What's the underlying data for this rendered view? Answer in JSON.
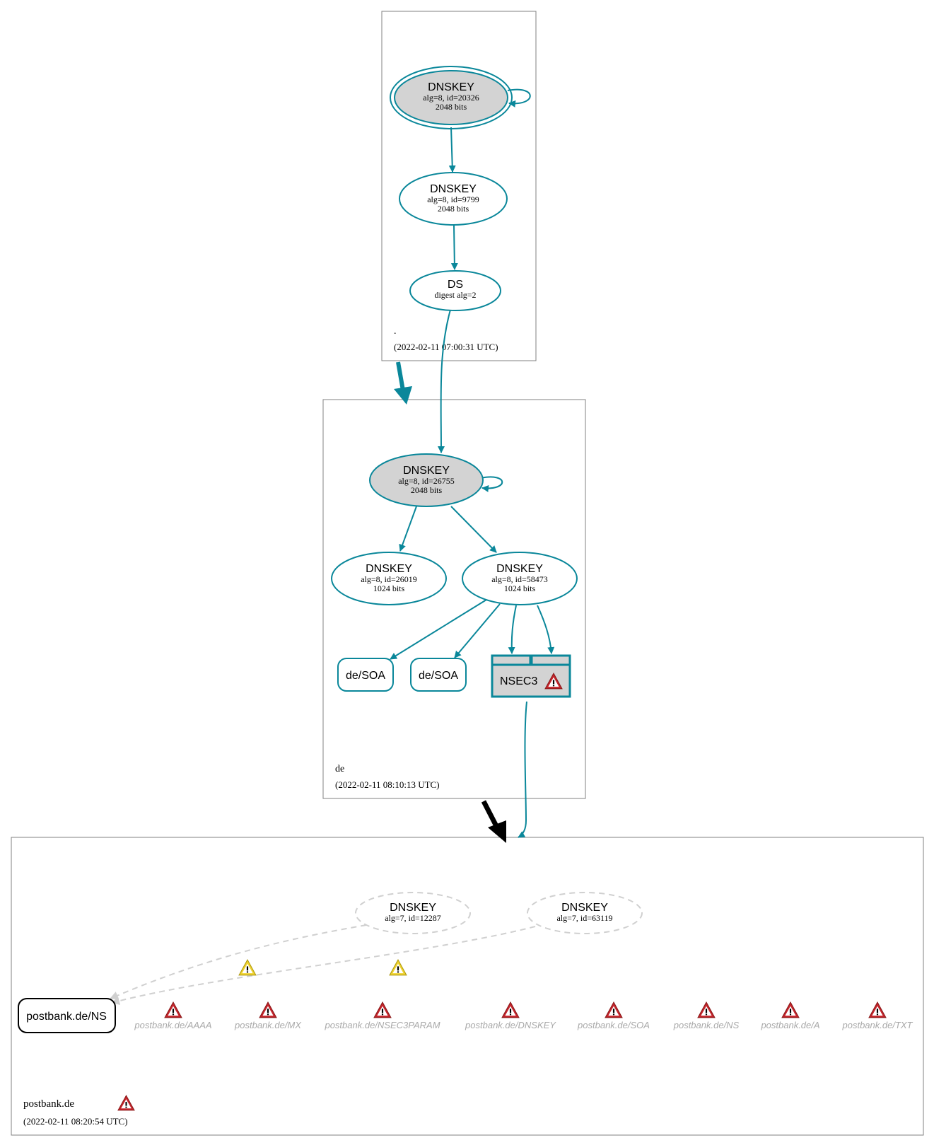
{
  "zones": {
    "root": {
      "name": ".",
      "timestamp": "(2022-02-11 07:00:31 UTC)"
    },
    "de": {
      "name": "de",
      "timestamp": "(2022-02-11 08:10:13 UTC)"
    },
    "postbank": {
      "name": "postbank.de",
      "timestamp": "(2022-02-11 08:20:54 UTC)"
    }
  },
  "nodes": {
    "root_ksk": {
      "title": "DNSKEY",
      "line1": "alg=8, id=20326",
      "line2": "2048 bits"
    },
    "root_zsk": {
      "title": "DNSKEY",
      "line1": "alg=8, id=9799",
      "line2": "2048 bits"
    },
    "root_ds": {
      "title": "DS",
      "line1": "digest alg=2"
    },
    "de_ksk": {
      "title": "DNSKEY",
      "line1": "alg=8, id=26755",
      "line2": "2048 bits"
    },
    "de_zsk1": {
      "title": "DNSKEY",
      "line1": "alg=8, id=26019",
      "line2": "1024 bits"
    },
    "de_zsk2": {
      "title": "DNSKEY",
      "line1": "alg=8, id=58473",
      "line2": "1024 bits"
    },
    "de_soa1": {
      "title": "de/SOA"
    },
    "de_soa2": {
      "title": "de/SOA"
    },
    "de_nsec3": {
      "title": "NSEC3"
    },
    "pb_key1": {
      "title": "DNSKEY",
      "line1": "alg=7, id=12287"
    },
    "pb_key2": {
      "title": "DNSKEY",
      "line1": "alg=7, id=63119"
    },
    "pb_ns": {
      "title": "postbank.de/NS"
    }
  },
  "rrsets": [
    "postbank.de/AAAA",
    "postbank.de/MX",
    "postbank.de/NSEC3PARAM",
    "postbank.de/DNSKEY",
    "postbank.de/SOA",
    "postbank.de/NS",
    "postbank.de/A",
    "postbank.de/TXT"
  ],
  "colors": {
    "secure": "#0a879a",
    "insecure_dashed": "#d0d0d0",
    "key_fill": "#d3d3d3",
    "error_red": "#c4242b",
    "warning_yellow": "#efd22e",
    "delegation_black": "#000000",
    "zone_border": "#808080",
    "rrset_text": "#a9a9a9"
  }
}
